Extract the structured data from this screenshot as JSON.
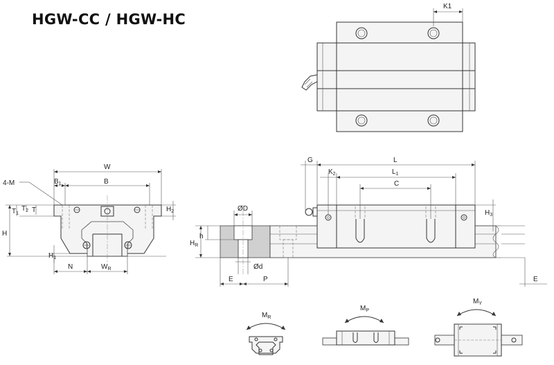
{
  "title": "HGW-CC / HGW-HC",
  "labels": {
    "k1": "K1",
    "four_m": "4-M",
    "w": "W",
    "b1": "B",
    "b1_sub": "1",
    "b": "B",
    "t1": "T",
    "t1_sub": "1",
    "t2": "T",
    "t2_sub": "2",
    "t": "T",
    "h": "H",
    "h1": "H",
    "h1_sub": "1",
    "h2": "H",
    "h2_sub": "2",
    "n": "N",
    "wr": "W",
    "wr_sub": "R",
    "phi_big_d": "ØD",
    "phi_small_d": "Ød",
    "h_small": "h",
    "hr": "H",
    "hr_sub": "R",
    "e_left": "E",
    "p": "P",
    "g": "G",
    "l": "L",
    "k2": "K",
    "k2_sub": "2",
    "l1": "L",
    "l1_sub": "1",
    "c": "C",
    "h3": "H",
    "h3_sub": "3",
    "e_right": "E",
    "mr": "M",
    "mr_sub": "R",
    "mp": "M",
    "mp_sub": "P",
    "my": "M",
    "my_sub": "Y"
  }
}
